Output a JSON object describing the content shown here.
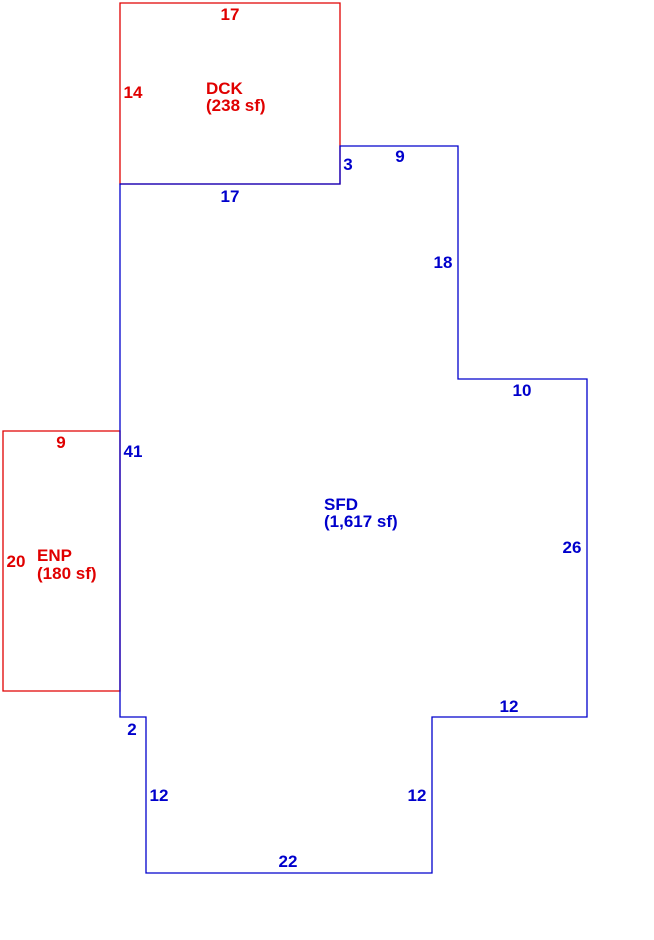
{
  "colors": {
    "addition": "#e00000",
    "main": "#0000cc"
  },
  "areas": {
    "deck": {
      "code": "DCK",
      "area": "(238 sf)"
    },
    "porch": {
      "code": "ENP",
      "area": "(180 sf)"
    },
    "house": {
      "code": "SFD",
      "area": "(1,617 sf)"
    }
  },
  "dimensions": {
    "deck_top": "17",
    "deck_left": "14",
    "deck_bottom": "17",
    "deck_right_step": "3",
    "porch_top": "9",
    "porch_left": "20",
    "house_top_right": "9",
    "house_right_upper": "18",
    "house_right_mid_top": "10",
    "house_right_mid": "26",
    "house_right_low_top": "12",
    "house_left": "41",
    "house_step_left": "2",
    "house_lower_left": "12",
    "house_lower_right": "12",
    "house_bottom": "22"
  }
}
